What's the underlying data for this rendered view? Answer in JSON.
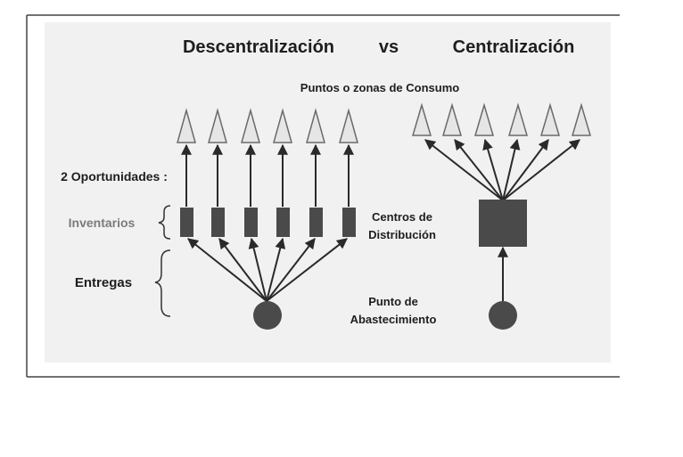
{
  "title": {
    "left": "Descentralización",
    "middle": "vs",
    "right": "Centralización"
  },
  "labels": {
    "consumption": "Puntos o zonas de Consumo",
    "opportunities": "2 Oportunidades :",
    "inventories": "Inventarios",
    "deliveries": "Entregas",
    "distribution_line1": "Centros de",
    "distribution_line2": "Distribución",
    "supply_line1": "Punto de",
    "supply_line2": "Abastecimiento"
  },
  "colors": {
    "panel_bg": "#f1f1f1",
    "panel_border": "#444444",
    "node_fill": "#4a4a4a",
    "cone_fill": "#e6e6e6",
    "cone_stroke": "#6a6a6a",
    "arrow": "#2a2a2a",
    "text_dark": "#1e1e1e",
    "text_grey": "#7b7b7b"
  },
  "decentralized": {
    "consumption_points": 6,
    "distribution_centers": 6,
    "supply_points": 1
  },
  "centralized": {
    "consumption_points": 6,
    "distribution_centers": 1,
    "supply_points": 1
  }
}
